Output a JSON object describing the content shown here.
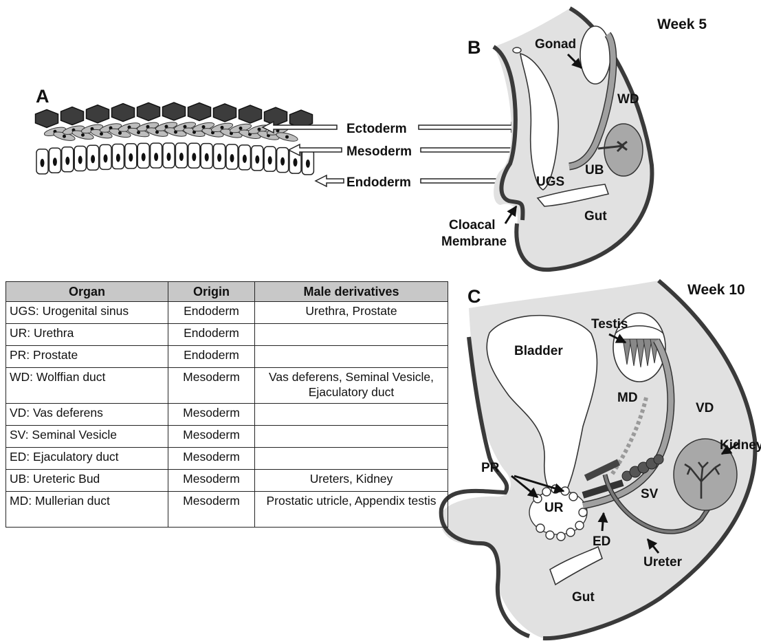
{
  "panels": {
    "a": "A",
    "b": "B",
    "c": "C"
  },
  "weeks": {
    "b": "Week 5",
    "c": "Week 10"
  },
  "labels_b": {
    "ectoderm": "Ectoderm",
    "mesoderm": "Mesoderm",
    "endoderm": "Endoderm",
    "gonad": "Gonad",
    "wd": "WD",
    "ub": "UB",
    "ugs": "UGS",
    "gut": "Gut",
    "cloacal_1": "Cloacal",
    "cloacal_2": "Membrane"
  },
  "labels_c": {
    "testis": "Testis",
    "bladder": "Bladder",
    "md": "MD",
    "vd": "VD",
    "kidney": "Kidney",
    "pr": "PR",
    "sv": "SV",
    "ur": "UR",
    "ed": "ED",
    "ureter": "Ureter",
    "gut": "Gut"
  },
  "table": {
    "headers": [
      "Organ",
      "Origin",
      "Male derivatives"
    ],
    "rows": [
      [
        "UGS: Urogenital sinus",
        "Endoderm",
        "Urethra, Prostate"
      ],
      [
        "UR: Urethra",
        "Endoderm",
        ""
      ],
      [
        "PR: Prostate",
        "Endoderm",
        ""
      ],
      [
        "WD: Wolffian duct",
        "Mesoderm",
        "Vas deferens, Seminal Vesicle, Ejaculatory duct"
      ],
      [
        "VD: Vas deferens",
        "Mesoderm",
        ""
      ],
      [
        "SV: Seminal Vesicle",
        "Mesoderm",
        ""
      ],
      [
        "ED: Ejaculatory duct",
        "Mesoderm",
        ""
      ],
      [
        "UB: Ureteric Bud",
        "Mesoderm",
        "Ureters, Kidney"
      ],
      [
        "MD: Mullerian duct",
        "Mesoderm",
        "Prostatic utricle, Appendix testis"
      ]
    ]
  },
  "colors": {
    "tissue": "#e1e1e1",
    "outline": "#3a3a3a",
    "duct": "#9a9a9a",
    "dark_cell": "#3c3c3c",
    "header_bg": "#c8c8c8"
  }
}
